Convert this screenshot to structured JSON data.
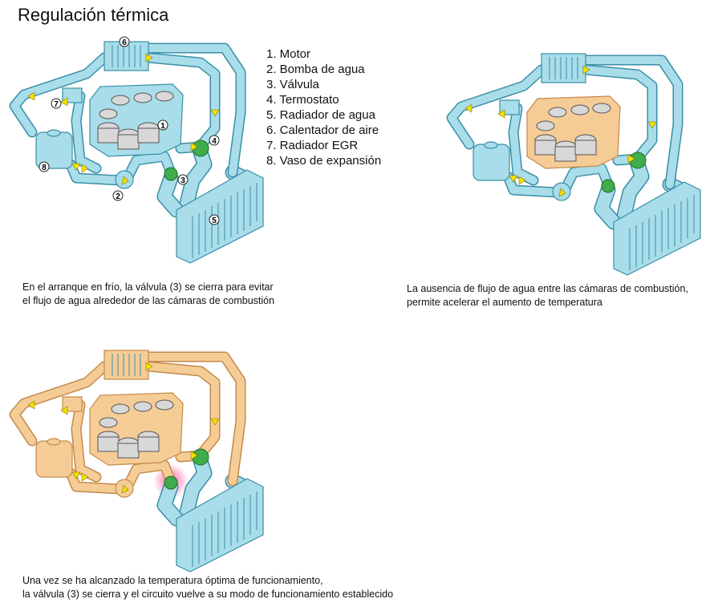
{
  "title": "Regulación térmica",
  "legend": [
    "1. Motor",
    "2. Bomba de agua",
    "3. Válvula",
    "4. Termostato",
    "5. Radiador de agua",
    "6. Calentador de aire",
    "7. Radiador EGR",
    "8. Vaso de expansión"
  ],
  "callout_numbers": [
    "1",
    "2",
    "3",
    "4",
    "5",
    "6",
    "7",
    "8"
  ],
  "captions": {
    "cold_start": [
      "En el arranque en frío, la válvula (3) se cierra para evitar",
      "el flujo de agua alrededor de las cámaras de combustión"
    ],
    "no_flow": [
      "La ausencia de flujo de agua entre las cámaras de combustión,",
      "permite acelerar el aumento de temperatura"
    ],
    "optimal": [
      "Una vez se ha alcanzado la temperatura óptima de funcionamiento,",
      "la válvula (3) se cierra y el circuito vuelve a su modo de funcionamiento establecido"
    ]
  },
  "colors": {
    "cold_coolant": "#a8dde9",
    "hot_coolant": "#f6cc96",
    "valve_green": "#3fae4a",
    "flow_arrow": "#f5e000"
  }
}
